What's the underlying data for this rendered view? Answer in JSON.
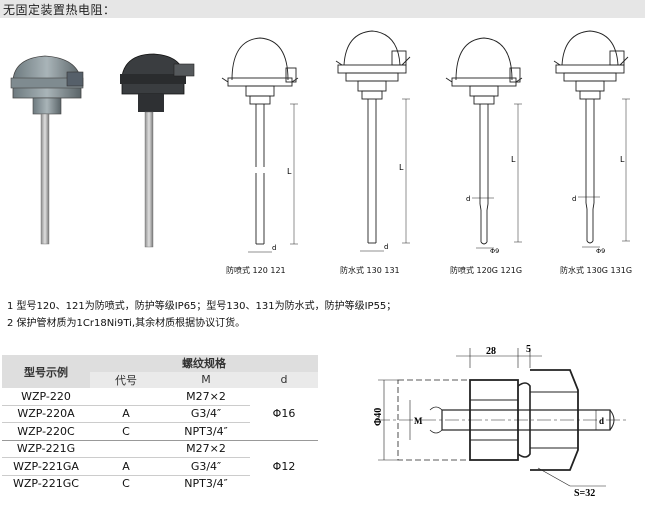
{
  "header": {
    "title": "无固定装置热电阻："
  },
  "captions": [
    {
      "text": "防喷式  120  121"
    },
    {
      "text": "防水式  130  131"
    },
    {
      "text": "防喷式  120G 121G"
    },
    {
      "text": "防水式  130G 131G"
    }
  ],
  "drawing_labels": {
    "L": "L",
    "d": "d",
    "phi9": "Φ9"
  },
  "notes": [
    "1 型号120、121为防喷式，防护等级IP65；型号130、131为防水式，防护等级IP55；",
    "2 保护管材质为1Cr18Ni9Ti,其余材质根据协议订货。"
  ],
  "table": {
    "headers": {
      "model": "型号示例",
      "thread": "螺纹规格",
      "code": "代号",
      "M": "M",
      "d": "d"
    },
    "rows": [
      {
        "model": "WZP-220",
        "code": "",
        "M": "M27×2"
      },
      {
        "model": "WZP-220A",
        "code": "A",
        "M": "G3/4″"
      },
      {
        "model": "WZP-220C",
        "code": "C",
        "M": "NPT3/4″"
      },
      {
        "model": "WZP-221G",
        "code": "",
        "M": "M27×2"
      },
      {
        "model": "WZP-221GA",
        "code": "A",
        "M": "G3/4″"
      },
      {
        "model": "WZP-221GC",
        "code": "C",
        "M": "NPT3/4″"
      }
    ],
    "d_groups": [
      "Φ16",
      "Φ12"
    ]
  },
  "fitting": {
    "dim_28": "28",
    "dim_5": "5",
    "dim_phi40": "Φ40",
    "dim_M": "M",
    "dim_d": "d",
    "dim_S": "S=32"
  },
  "colors": {
    "header_bg": "#e6e6e6",
    "table_header_bg": "#dedede"
  }
}
